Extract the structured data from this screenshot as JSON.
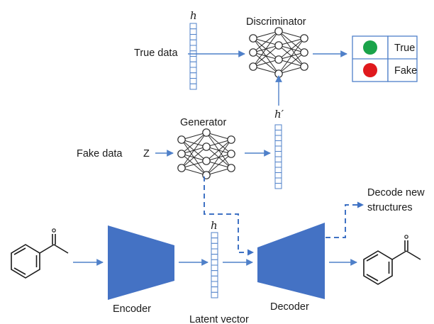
{
  "labels": {
    "true_data": "True data",
    "fake_data": "Fake data",
    "z": "Z",
    "discriminator": "Discriminator",
    "generator": "Generator",
    "h_top": "h",
    "h_prime": "h′",
    "h_latent": "h",
    "encoder": "Encoder",
    "decoder": "Decoder",
    "latent_vector": "Latent vector",
    "decode_new_line1": "Decode new",
    "decode_new_line2": "structures",
    "output_true": "True",
    "output_fake": "Fake"
  },
  "colors": {
    "arrow": "#4f80c9",
    "block": "#4472c4",
    "true_dot": "#1aa34a",
    "fake_dot": "#e0191d"
  }
}
